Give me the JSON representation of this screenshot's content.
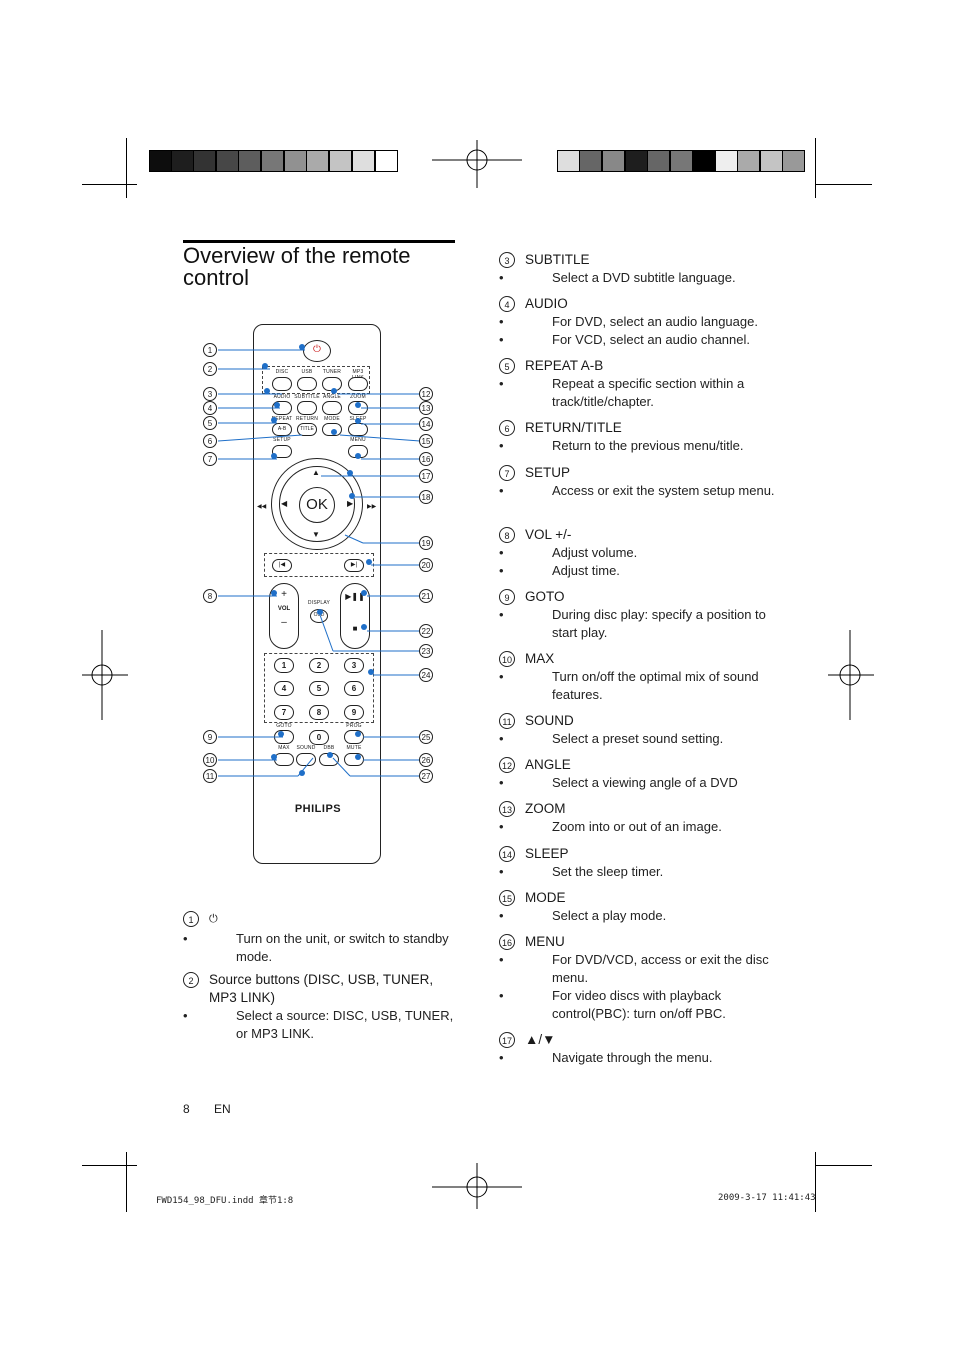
{
  "page": {
    "title_line1": "Overview of the remote",
    "title_line2": "control",
    "page_number": "8",
    "language": "EN",
    "slug_file": "FWD154_98_DFU.indd    章节1:8",
    "slug_date": "2009-3-17    11:41:43"
  },
  "remote": {
    "brand": "PHILIPS",
    "ok_label": "OK",
    "vol_label": "VOL",
    "display_label": "DISPLAY",
    "keys": [
      "1",
      "2",
      "3",
      "4",
      "5",
      "6",
      "7",
      "8",
      "9",
      "0"
    ],
    "top_labels": [
      "DISC",
      "USB",
      "TUNER",
      "MP3 LINK"
    ],
    "row2_labels": [
      "AUDIO",
      "SUBTITLE",
      "ANGLE",
      "ZOOM"
    ],
    "row3_labels": [
      "REPEAT",
      "RETURN",
      "MODE",
      "SLEEP"
    ],
    "row3_buttons": [
      "A-B",
      "TITLE"
    ],
    "setup_label": "SETUP",
    "menu_label": "MENU",
    "goto_label": "GOTO",
    "prog_label": "PROG",
    "bottom_labels": [
      "MAX",
      "SOUND",
      "DBB",
      "MUTE"
    ],
    "callouts_left": [
      "1",
      "2",
      "3",
      "4",
      "5",
      "6",
      "7",
      "8",
      "9",
      "10",
      "11"
    ],
    "callouts_right": [
      "12",
      "13",
      "14",
      "16",
      "15",
      "17",
      "18",
      "19",
      "20",
      "21",
      "22",
      "23",
      "24",
      "25",
      "26",
      "27"
    ]
  },
  "left_items": [
    {
      "num": "1",
      "label": "⏻",
      "bullets": [
        "Turn on the unit, or switch to standby mode."
      ]
    },
    {
      "num": "2",
      "label": "Source buttons (DISC, USB, TUNER, MP3 LINK)",
      "bullets": [
        "Select a source: DISC, USB, TUNER, or MP3 LINK."
      ]
    }
  ],
  "right_items": [
    {
      "num": "3",
      "label": "SUBTITLE",
      "bullets": [
        "Select a DVD subtitle language."
      ]
    },
    {
      "num": "4",
      "label": "AUDIO",
      "bullets": [
        "For DVD, select an audio language.",
        "For VCD, select an audio channel."
      ]
    },
    {
      "num": "5",
      "label": "REPEAT A-B",
      "bullets": [
        "Repeat a specific section within a track/title/chapter."
      ]
    },
    {
      "num": "6",
      "label": "RETURN/TITLE",
      "bullets": [
        "Return to the previous menu/title."
      ]
    },
    {
      "num": "7",
      "label": "SETUP",
      "bullets": [
        "Access or exit the system setup menu."
      ]
    },
    {
      "num": "8",
      "label": "VOL +/-",
      "bullets": [
        "Adjust volume.",
        "Adjust time."
      ]
    },
    {
      "num": "9",
      "label": "GOTO",
      "bullets": [
        "During disc play: specify a position to start play."
      ]
    },
    {
      "num": "10",
      "label": "MAX",
      "bullets": [
        "Turn on/off the optimal mix of sound features."
      ]
    },
    {
      "num": "11",
      "label": "SOUND",
      "bullets": [
        "Select a preset sound setting."
      ]
    },
    {
      "num": "12",
      "label": "ANGLE",
      "bullets": [
        "Select a viewing angle of a DVD"
      ]
    },
    {
      "num": "13",
      "label": "ZOOM",
      "bullets": [
        "Zoom into or out of an image."
      ]
    },
    {
      "num": "14",
      "label": "SLEEP",
      "bullets": [
        "Set the sleep timer."
      ]
    },
    {
      "num": "15",
      "label": "MODE",
      "bullets": [
        "Select a play mode."
      ]
    },
    {
      "num": "16",
      "label": "MENU",
      "bullets": [
        "For DVD/VCD, access or exit the disc menu.",
        "For video discs with playback control(PBC): turn on/off PBC."
      ]
    },
    {
      "num": "17",
      "label": "▲/▼",
      "bullets": [
        "Navigate through the menu."
      ]
    }
  ]
}
